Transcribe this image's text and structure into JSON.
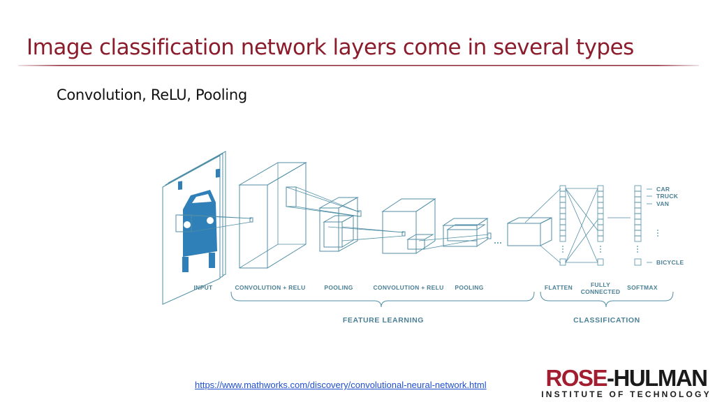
{
  "slide": {
    "title": "Image classification network layers come in several types",
    "subtitle": "Convolution, ReLU, Pooling",
    "source_url": "https://www.mathworks.com/discovery/convolutional-neural-network.html"
  },
  "diagram": {
    "stage_labels": {
      "input": "INPUT",
      "conv1": "CONVOLUTION + RELU",
      "pool1": "POOLING",
      "conv2": "CONVOLUTION + RELU",
      "pool2": "POOLING",
      "flatten": "FLATTEN",
      "fc_line1": "FULLY",
      "fc_line2": "CONNECTED",
      "softmax": "SOFTMAX"
    },
    "group_labels": {
      "feature_learning": "FEATURE LEARNING",
      "classification": "CLASSIFICATION"
    },
    "output_classes": [
      "CAR",
      "TRUCK",
      "VAN",
      "BICYCLE"
    ],
    "colors": {
      "line": "#4f8ea6",
      "car": "#2f7fb8",
      "label": "#4a7f95"
    }
  },
  "logo": {
    "part1": "ROSE",
    "part2": "-HULMAN",
    "subtitle": "INSTITUTE OF TECHNOLOGY",
    "colors": {
      "rose": "#a11d2f",
      "hulman": "#1a1a1a"
    }
  }
}
